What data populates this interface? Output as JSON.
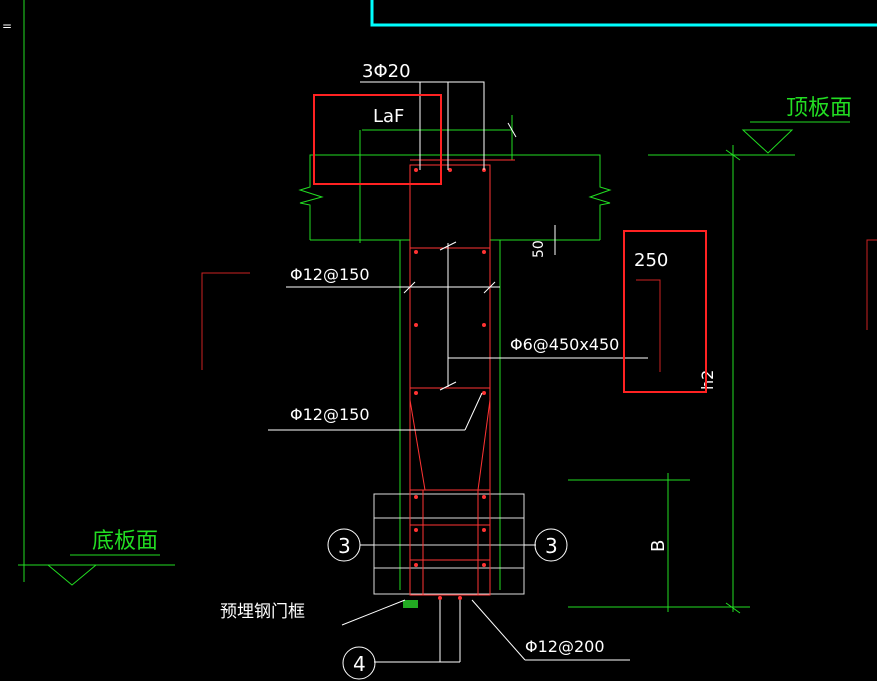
{
  "labels": {
    "top_rebar": "3Φ20",
    "anchor": "LaF",
    "roof_face": "顶板面",
    "floor_face": "底板面",
    "dim_50": "50",
    "dim_250": "250",
    "h2": "h2",
    "stirrup_upper": "Φ12@150",
    "stirrup_lower": "Φ12@150",
    "tie_bar": "Φ6@450x450",
    "bottom_bar": "Φ12@200",
    "embedded_frame": "预埋钢门框",
    "dim_b": "B",
    "callout_3": "3",
    "callout_4": "4"
  },
  "colors": {
    "outline": "#22dd22",
    "rebar": "#ff3333",
    "highlight_box": "#ff2222",
    "dim": "#ffffff",
    "border": "#00ffff"
  }
}
